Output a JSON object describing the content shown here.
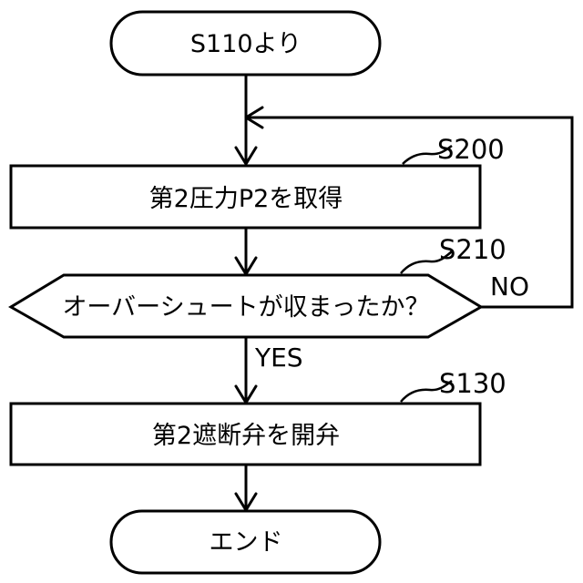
{
  "flowchart": {
    "start": {
      "text": "S110より"
    },
    "step_s200": {
      "id": "S200",
      "text": "第2圧力P2を取得"
    },
    "decision_s210": {
      "id": "S210",
      "text": "オーバーシュートが収まったか？",
      "no_label": "NO",
      "yes_label": "YES"
    },
    "step_s130": {
      "id": "S130",
      "text": "第2遮断弁を開弁"
    },
    "end": {
      "text": "エンド"
    }
  }
}
